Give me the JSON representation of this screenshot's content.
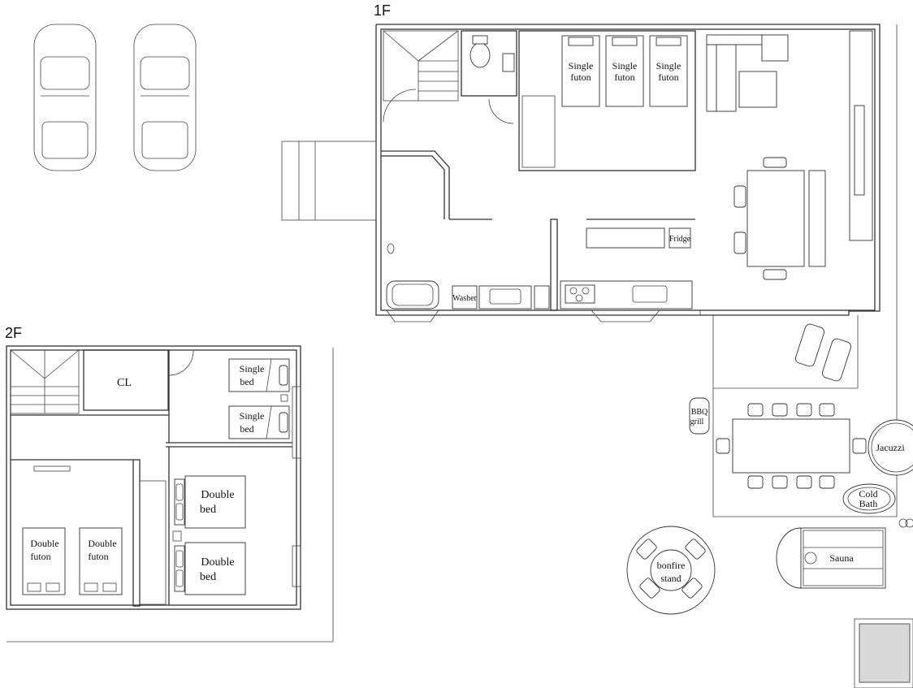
{
  "floors": {
    "first": "1F",
    "second": "2F"
  },
  "rooms_1f": {
    "futon_a_line1": "Single",
    "futon_a_line2": "futon",
    "futon_b_line1": "Single",
    "futon_b_line2": "futon",
    "futon_c_line1": "Single",
    "futon_c_line2": "futon",
    "fridge": "Fridge",
    "washer": "Washer"
  },
  "rooms_2f": {
    "closet": "CL",
    "single_bed_a_line1": "Single",
    "single_bed_a_line2": "bed",
    "single_bed_b_line1": "Single",
    "single_bed_b_line2": "bed",
    "double_bed_a_line1": "Double",
    "double_bed_a_line2": "bed",
    "double_bed_b_line1": "Double",
    "double_bed_b_line2": "bed",
    "double_futon_a_line1": "Double",
    "double_futon_a_line2": "futon",
    "double_futon_b_line1": "Double",
    "double_futon_b_line2": "futon"
  },
  "outdoor": {
    "bbq_line1": "BBQ",
    "bbq_line2": "grill",
    "jacuzzi": "Jacuzzi",
    "cold_bath_line1": "Cold",
    "cold_bath_line2": "Bath",
    "bonfire_line1": "bonfire",
    "bonfire_line2": "stand",
    "sauna": "Sauna"
  }
}
